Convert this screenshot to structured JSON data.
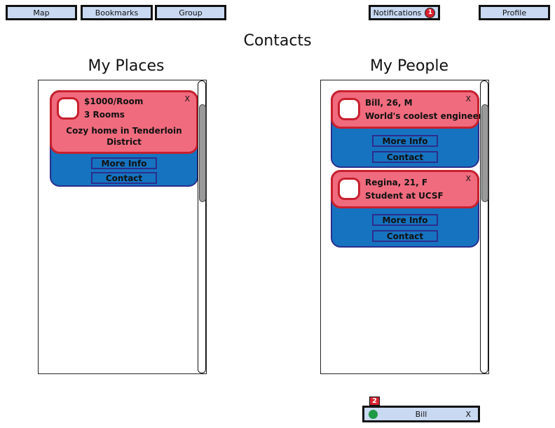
{
  "nav": {
    "map_label": "Map",
    "bookmarks_label": "Bookmarks",
    "group_label": "Group",
    "notifications_label": "Notifications",
    "notifications_count": "1",
    "profile_label": "Profile"
  },
  "page_title": "Contacts",
  "places": {
    "title": "My Places",
    "items": [
      {
        "price": "$1000/Room",
        "rooms": "3 Rooms",
        "description": "Cozy home in Tenderloin District",
        "close": "X",
        "more_info": "More Info",
        "contact": "Contact"
      }
    ]
  },
  "people": {
    "title": "My People",
    "items": [
      {
        "name_line": "Bill, 26, M",
        "tagline": "World's coolest engineer",
        "close": "X",
        "more_info": "More Info",
        "contact": "Contact"
      },
      {
        "name_line": "Regina, 21, F",
        "tagline": "Student at UCSF",
        "close": "X",
        "more_info": "More Info",
        "contact": "Contact"
      }
    ]
  },
  "chat": {
    "count": "2",
    "name": "Bill",
    "close": "X",
    "status_color": "#1e9a45"
  },
  "colors": {
    "nav_bg": "#c9d9f2",
    "card_top": "#f06b7e",
    "card_bottom": "#1673c0",
    "badge": "#d8202f"
  }
}
